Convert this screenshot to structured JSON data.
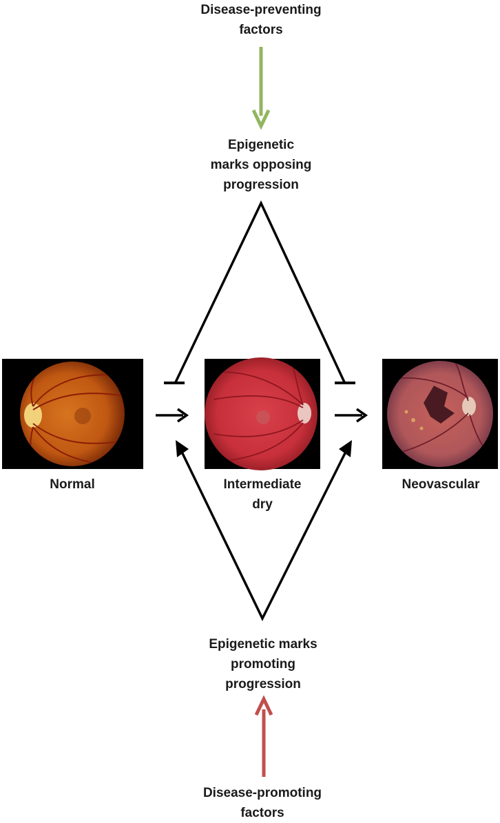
{
  "labels": {
    "top_factor": "Disease-preventing\nfactors",
    "top_marks": "Epigenetic\nmarks opposing\nprogression",
    "normal": "Normal",
    "intermediate": "Intermediate\ndry",
    "neovascular": "Neovascular",
    "bottom_marks": "Epigenetic marks\npromoting\nprogression",
    "bottom_factor": "Disease-promoting\nfactors"
  },
  "colors": {
    "preventing_arrow": "#92b660",
    "promoting_arrow": "#c0504d",
    "lines": "#000000"
  }
}
